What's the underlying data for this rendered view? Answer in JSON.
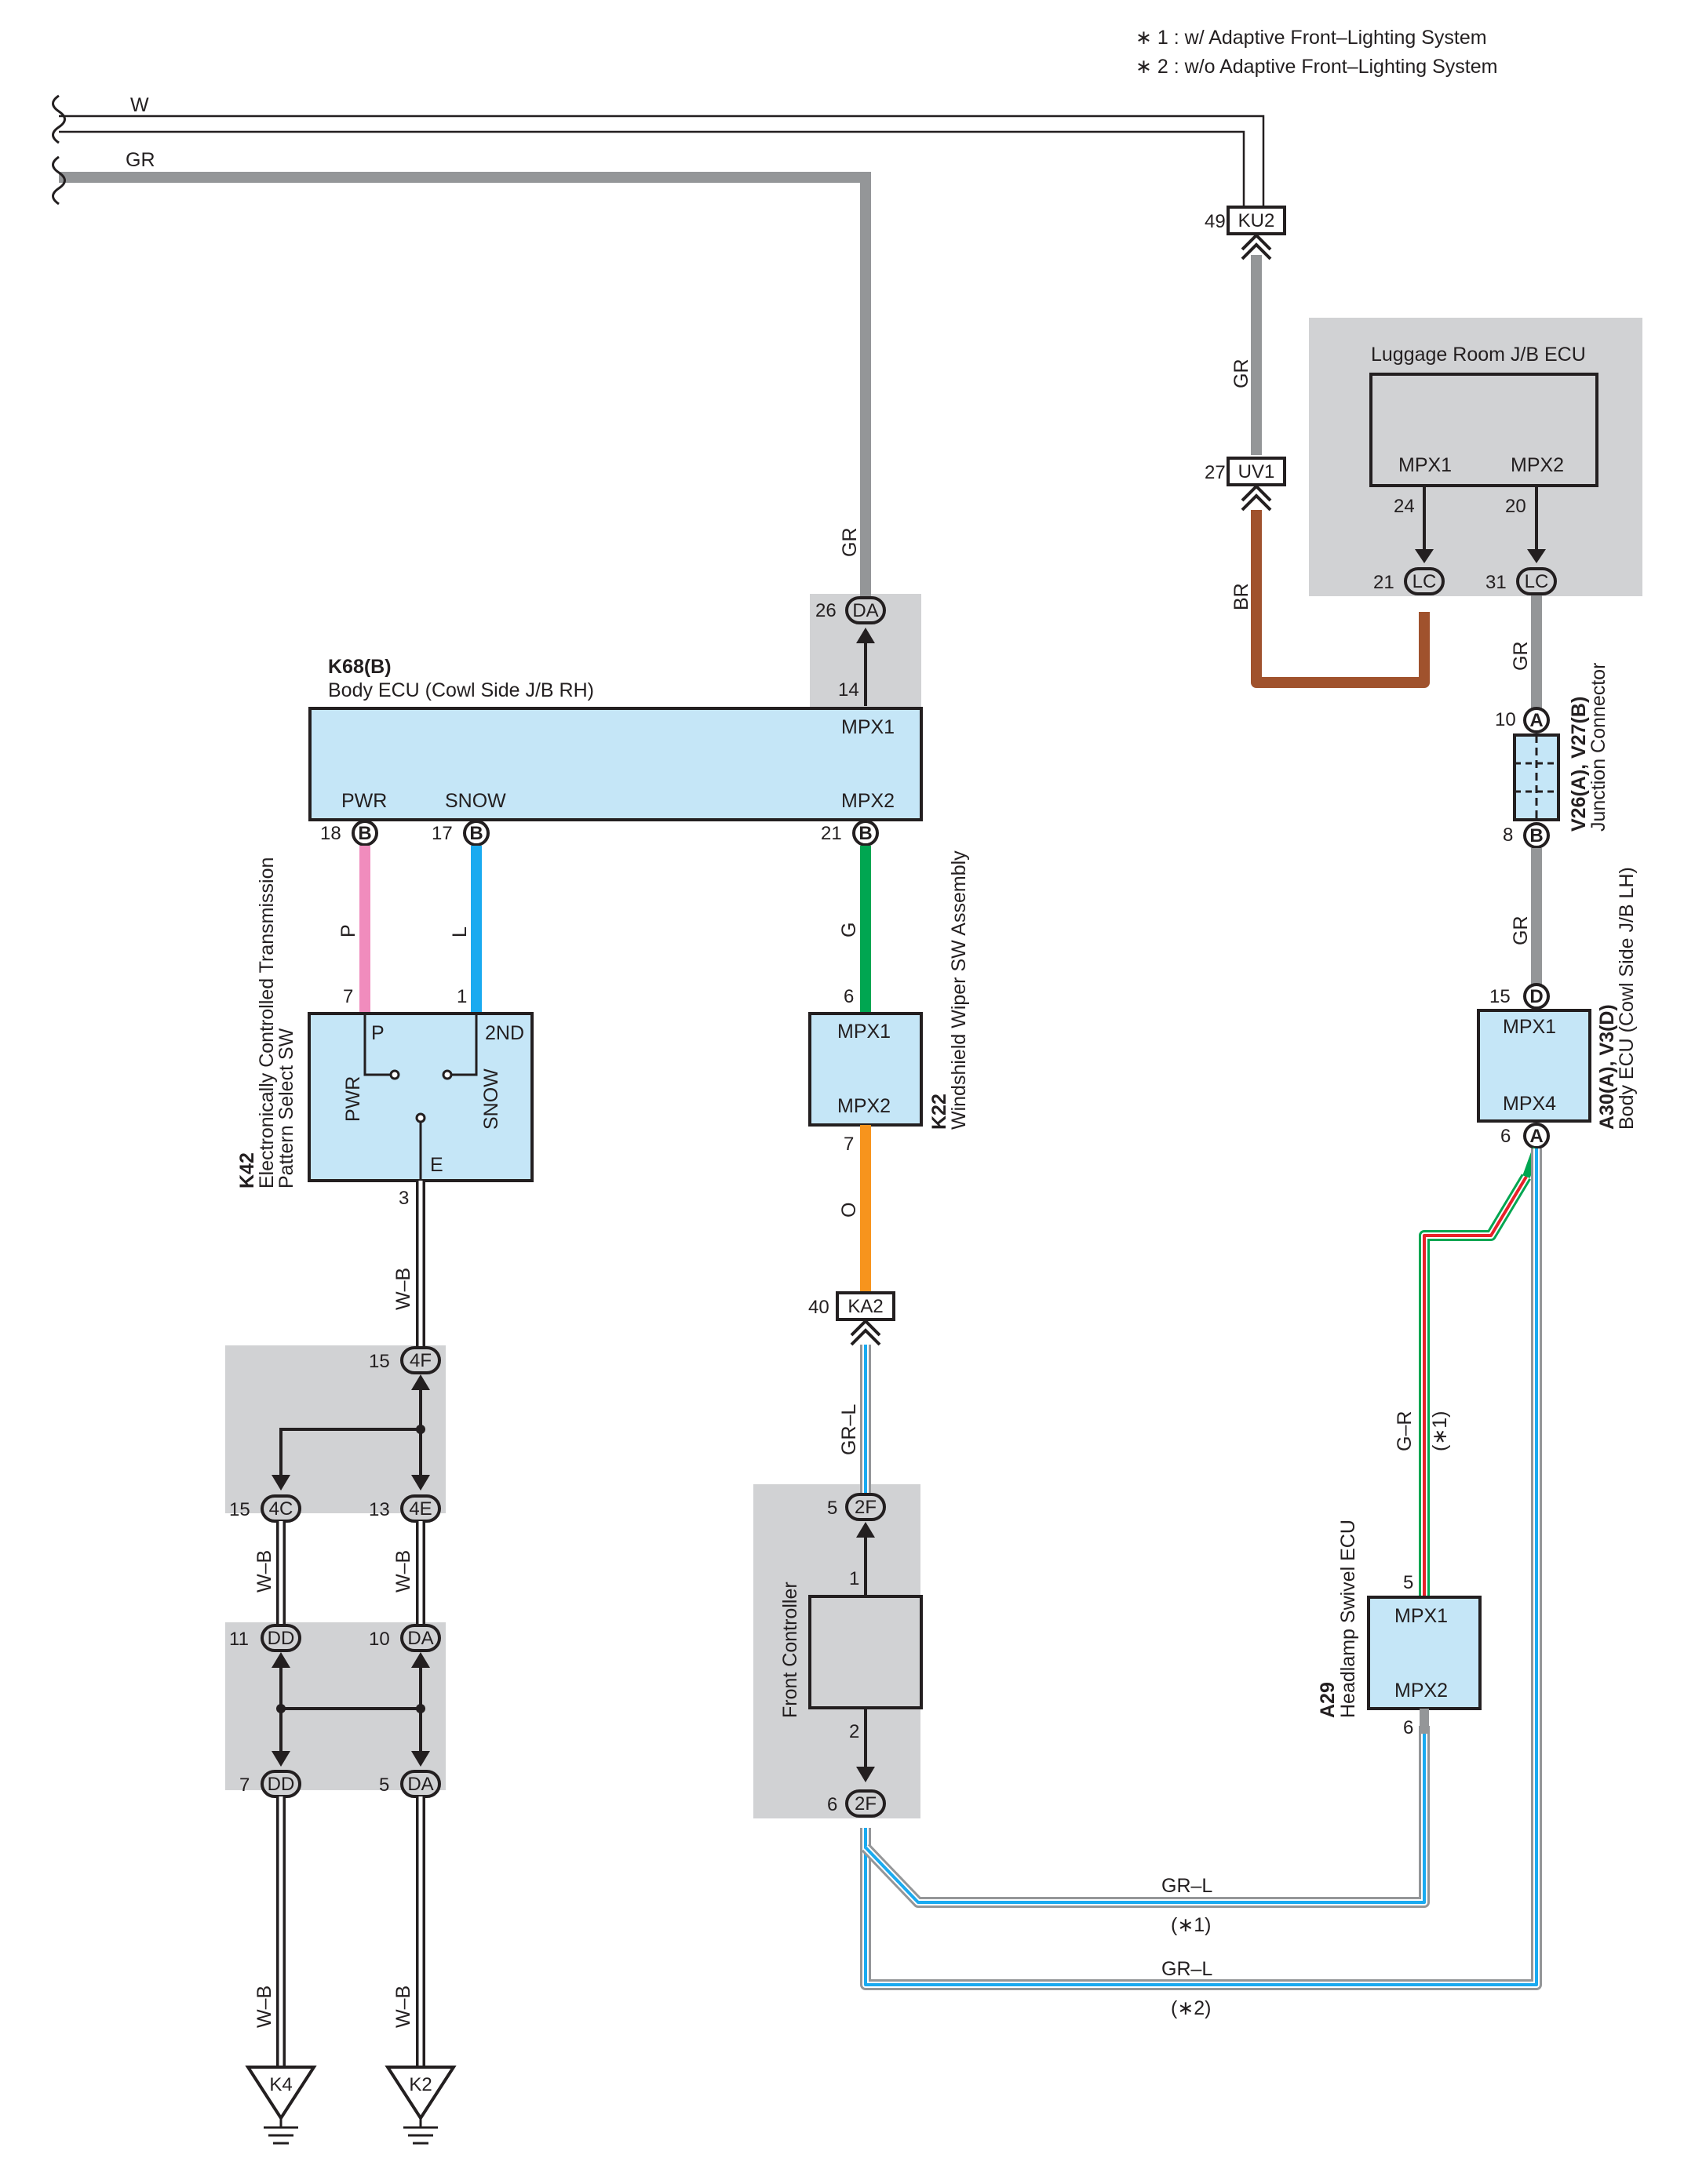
{
  "legend": {
    "note1": "∗ 1 : w/ Adaptive Front–Lighting System",
    "note2": "∗ 2 : w/o Adaptive Front–Lighting System"
  },
  "wires": {
    "W": "W",
    "GR": "GR",
    "BR": "BR",
    "P": "P",
    "L": "L",
    "G": "G",
    "O": "O",
    "WB": "W–B",
    "GRL": "GR–L",
    "GRd": "G–R",
    "star1": "(∗1)",
    "star2": "(∗2)"
  },
  "colors": {
    "GR": "#949698",
    "BR": "#a0522d",
    "P": "#f08cbd",
    "L": "#1aaaf0",
    "G": "#00a651",
    "O": "#f7941d",
    "R": "#e8212a",
    "ecu_fill": "#c5e6f7",
    "gray_box": "#d1d2d4"
  },
  "connectors": {
    "KU2": "KU2",
    "UV1": "UV1",
    "LC": "LC",
    "DA": "DA",
    "B": "B",
    "A": "A",
    "D": "D",
    "KA2": "KA2",
    "F4": "4F",
    "C4": "4C",
    "E4": "4E",
    "DD": "DD",
    "F2": "2F"
  },
  "pins": {
    "p49": "49",
    "p27": "27",
    "p24": "24",
    "p20": "20",
    "p21": "21",
    "p31": "31",
    "p26": "26",
    "p14": "14",
    "p18": "18",
    "p17": "17",
    "p10": "10",
    "p8": "8",
    "p15": "15",
    "p6": "6",
    "p7": "7",
    "p1": "1",
    "p3": "3",
    "p40": "40",
    "p13": "13",
    "p11": "11",
    "p5": "5",
    "p2": "2"
  },
  "luggage_ecu": {
    "title": "Luggage Room J/B ECU",
    "mpx1": "MPX1",
    "mpx2": "MPX2"
  },
  "body_ecu_rh": {
    "code": "K68(B)",
    "name": "Body ECU (Cowl Side J/B RH)",
    "mpx1": "MPX1",
    "mpx2": "MPX2",
    "pwr": "PWR",
    "snow": "SNOW"
  },
  "pattern_sw": {
    "code": "K42",
    "name1": "Electronically Controlled Transmission",
    "name2": "Pattern Select SW",
    "p": "P",
    "second": "2ND",
    "pwr": "PWR",
    "snow": "SNOW",
    "e": "E"
  },
  "wiper_sw": {
    "code": "K22",
    "name": "Windshield Wiper SW Assembly",
    "mpx1": "MPX1",
    "mpx2": "MPX2"
  },
  "junction": {
    "code": "V26(A), V27(B)",
    "name": "Junction Connector"
  },
  "body_ecu_lh": {
    "code": "A30(A), V3(D)",
    "name": "Body ECU (Cowl Side J/B LH)",
    "mpx1": "MPX1",
    "mpx4": "MPX4"
  },
  "front_controller": {
    "name": "Front Controller"
  },
  "swivel_ecu": {
    "code": "A29",
    "name": "Headlamp Swivel ECU",
    "mpx1": "MPX1",
    "mpx2": "MPX2"
  },
  "grounds": {
    "K4": "K4",
    "K2": "K2"
  }
}
